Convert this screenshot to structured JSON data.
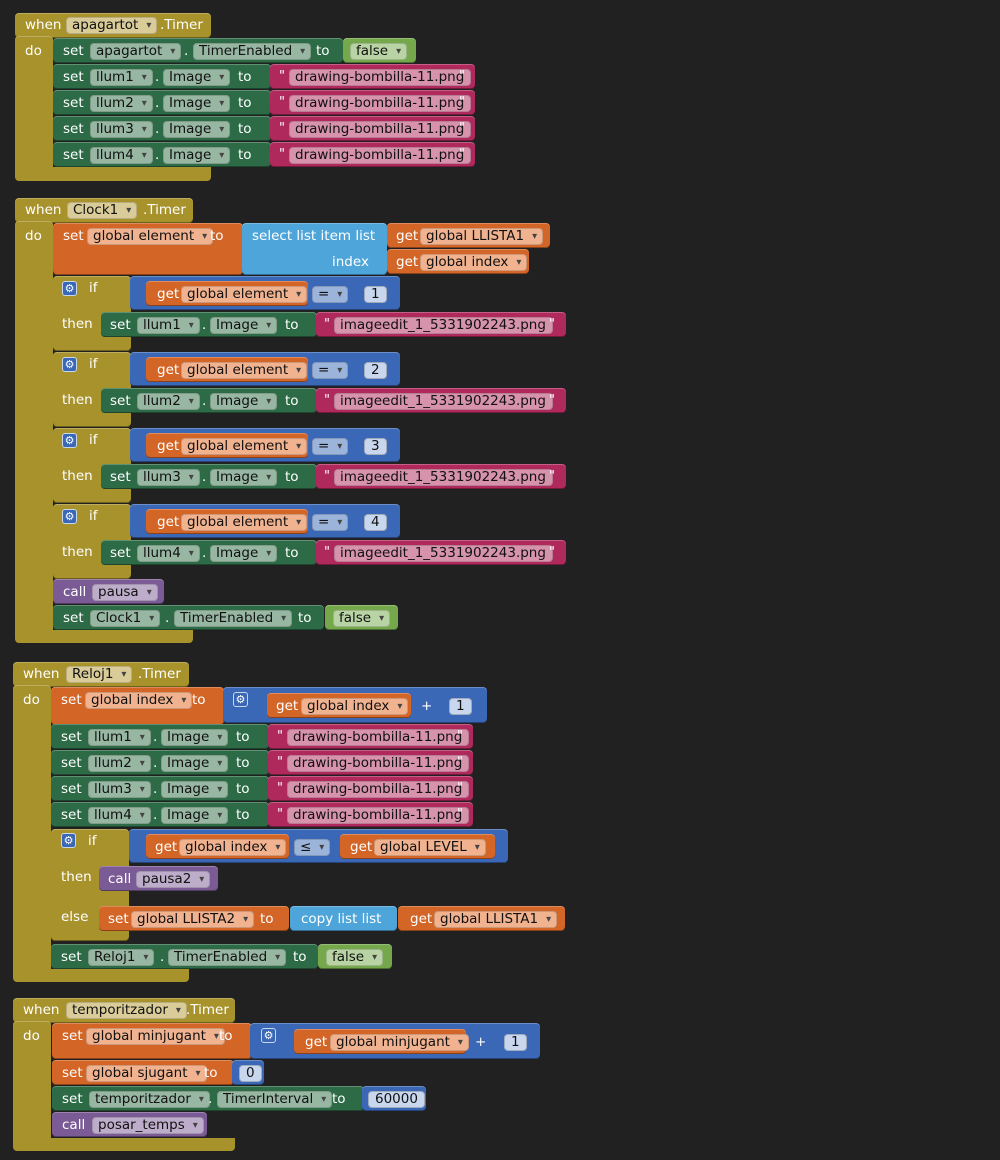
{
  "w": {
    "when": "when",
    "do": "do",
    "set": "set",
    "to": "to",
    "get": "get",
    "call": "call",
    "if": "if",
    "then": "then",
    "else": "else",
    "dot": ".",
    "quote": "\"",
    "index": "index",
    "select_list_item_list": "select list item  list",
    "copy_list_list": "copy list  list",
    "plus": "+",
    "eq": "=",
    "le": "≤"
  },
  "blocks": {
    "b1": {
      "component": "apagartot",
      "event": ".Timer",
      "set_comp": "apagartot",
      "set_prop": "TimerEnabled",
      "set_val": "false",
      "rows": [
        {
          "comp": "llum1",
          "prop": "Image",
          "text": "drawing-bombilla-11.png"
        },
        {
          "comp": "llum2",
          "prop": "Image",
          "text": "drawing-bombilla-11.png"
        },
        {
          "comp": "llum3",
          "prop": "Image",
          "text": "drawing-bombilla-11.png"
        },
        {
          "comp": "llum4",
          "prop": "Image",
          "text": "drawing-bombilla-11.png"
        }
      ]
    },
    "b2": {
      "component": "Clock1",
      "event": ".Timer",
      "set_var": "global element",
      "get_list": "global LLISTA1",
      "get_index": "global index",
      "ifs": [
        {
          "get": "global element",
          "op": "=",
          "num": "1",
          "comp": "llum1",
          "prop": "Image",
          "text": "imageedit_1_5331902243.png"
        },
        {
          "get": "global element",
          "op": "=",
          "num": "2",
          "comp": "llum2",
          "prop": "Image",
          "text": "imageedit_1_5331902243.png"
        },
        {
          "get": "global element",
          "op": "=",
          "num": "3",
          "comp": "llum3",
          "prop": "Image",
          "text": "imageedit_1_5331902243.png"
        },
        {
          "get": "global element",
          "op": "=",
          "num": "4",
          "comp": "llum4",
          "prop": "Image",
          "text": "imageedit_1_5331902243.png"
        }
      ],
      "call": "pausa",
      "end_comp": "Clock1",
      "end_prop": "TimerEnabled",
      "end_val": "false"
    },
    "b3": {
      "component": "Reloj1",
      "event": ".Timer",
      "set_var": "global index",
      "get_var": "global index",
      "add_num": "1",
      "rows": [
        {
          "comp": "llum1",
          "prop": "Image",
          "text": "drawing-bombilla-11.png"
        },
        {
          "comp": "llum2",
          "prop": "Image",
          "text": "drawing-bombilla-11.png"
        },
        {
          "comp": "llum3",
          "prop": "Image",
          "text": "drawing-bombilla-11.png"
        },
        {
          "comp": "llum4",
          "prop": "Image",
          "text": "drawing-bombilla-11.png"
        }
      ],
      "if_get1": "global index",
      "if_op": "≤",
      "if_get2": "global LEVEL",
      "then_call": "pausa2",
      "else_set": "global LLISTA2",
      "else_get": "global LLISTA1",
      "end_comp": "Reloj1",
      "end_prop": "TimerEnabled",
      "end_val": "false"
    },
    "b4": {
      "component": "temporitzador",
      "event": ".Timer",
      "set1_var": "global minjugant",
      "get1_var": "global minjugant",
      "add_num": "1",
      "set2_var": "global sjugant",
      "set2_num": "0",
      "set3_comp": "temporitzador",
      "set3_prop": "TimerInterval",
      "set3_num": "60000",
      "call": "posar_temps"
    }
  },
  "colors": {
    "background": "#212121",
    "event": "#a8922c",
    "component": "#2d6b47",
    "text": "#b0295c",
    "variable": "#d36527",
    "list": "#4ea5d9",
    "math": "#3a68b6",
    "logic": "#75a84b",
    "procedure": "#7b5b95"
  }
}
